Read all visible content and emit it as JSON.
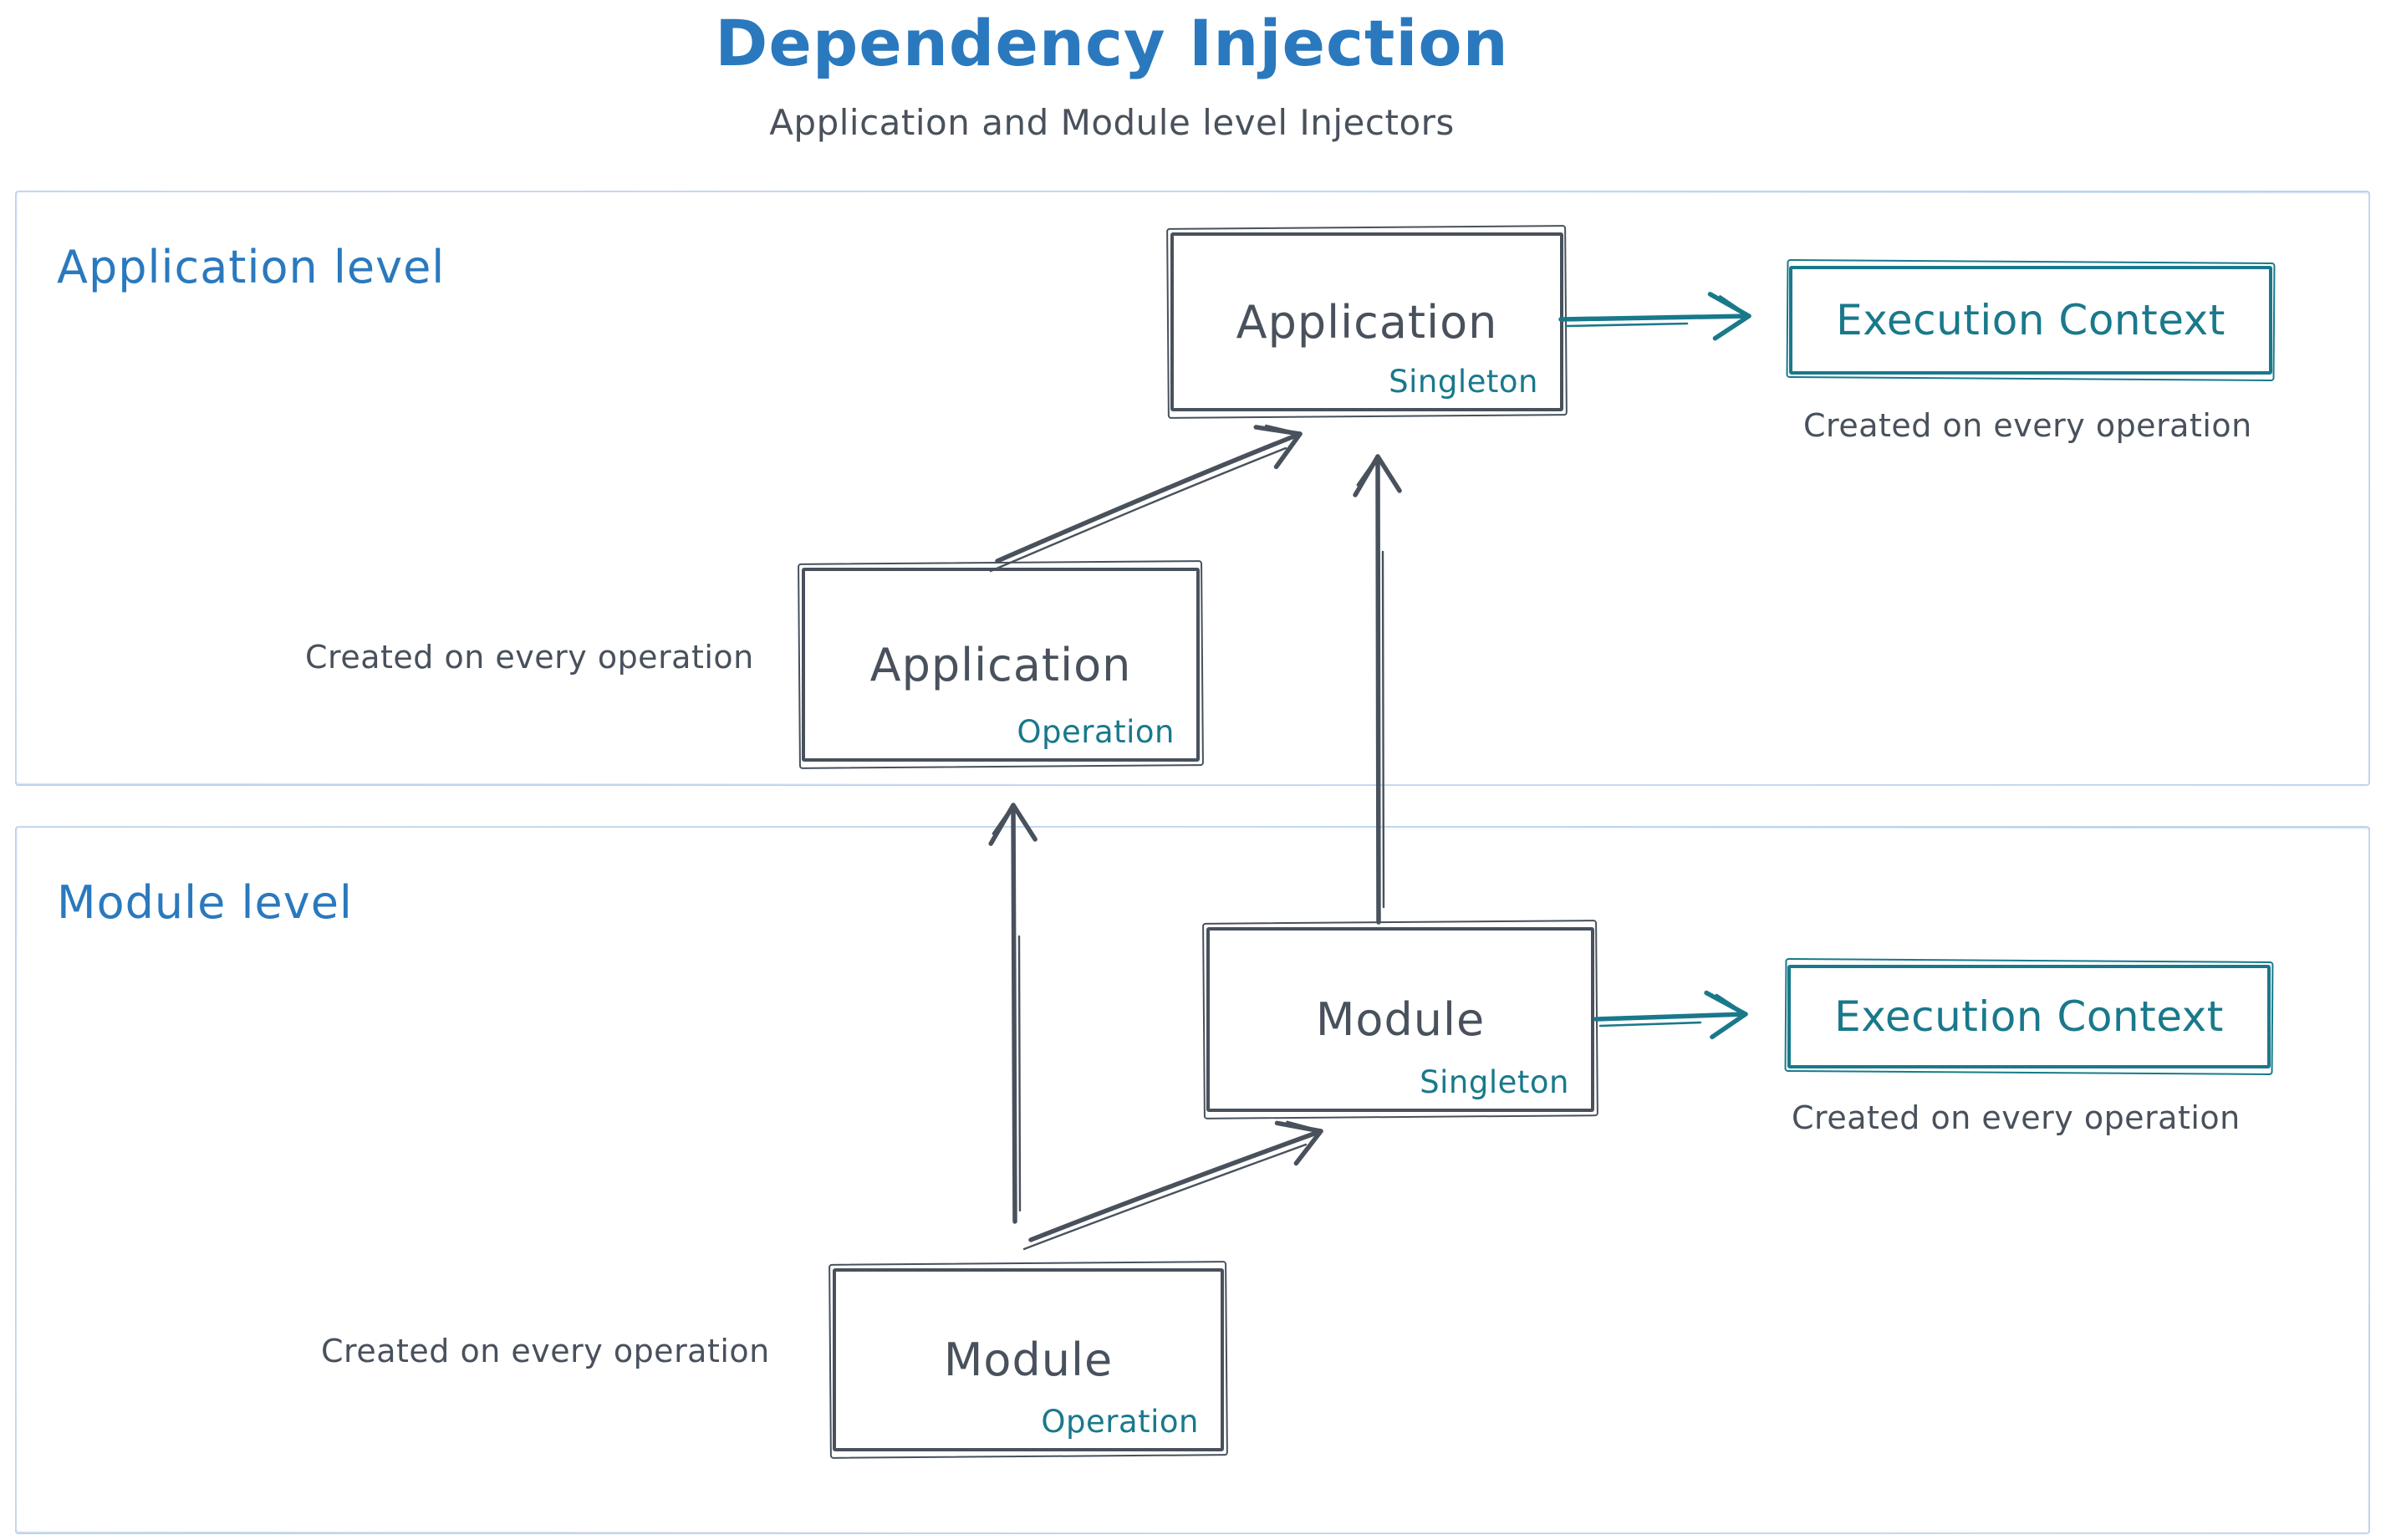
{
  "page": {
    "title": "Dependency Injection",
    "subtitle": "Application and Module level Injectors"
  },
  "colors": {
    "heading_blue": "#2a79be",
    "ink": "#48515c",
    "teal": "#19798b",
    "container_border": "#bcd3ea",
    "background": "#ffffff"
  },
  "sections": {
    "application": {
      "label": "Application level"
    },
    "module": {
      "label": "Module level"
    }
  },
  "nodes": {
    "app_singleton": {
      "label": "Application",
      "scope": "Singleton"
    },
    "app_operation": {
      "label": "Application",
      "scope": "Operation"
    },
    "module_singleton": {
      "label": "Module",
      "scope": "Singleton"
    },
    "module_operation": {
      "label": "Module",
      "scope": "Operation"
    },
    "ec_application": {
      "label": "Execution Context"
    },
    "ec_module": {
      "label": "Execution Context"
    }
  },
  "captions": {
    "ec_application": "Created on every operation",
    "app_operation": "Created on every operation",
    "ec_module": "Created on every operation",
    "module_operation": "Created on every operation"
  }
}
